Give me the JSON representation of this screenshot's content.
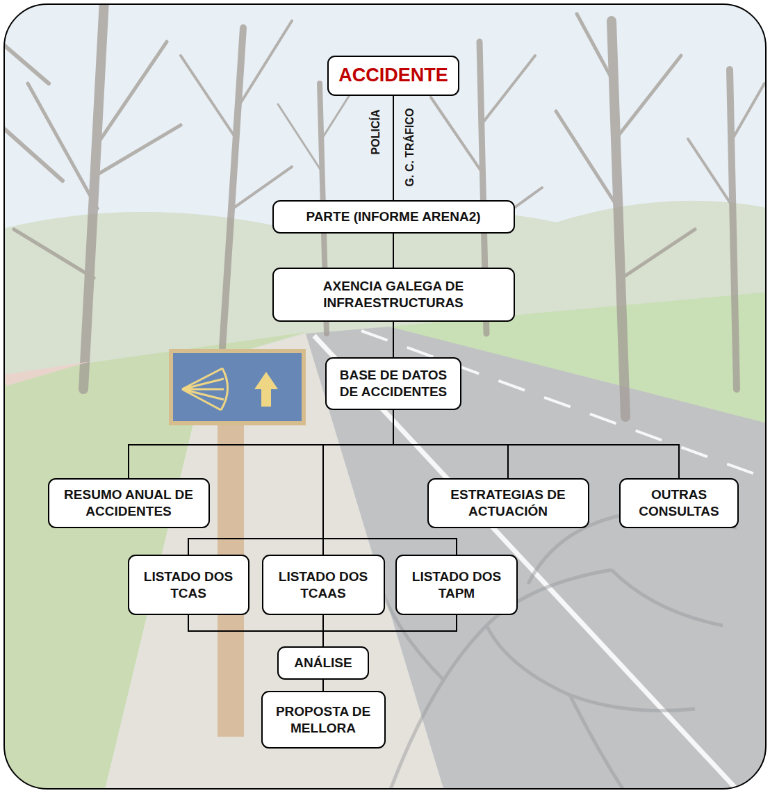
{
  "diagram": {
    "nodes": [
      {
        "text": [
          "ACCIDENTE"
        ]
      },
      {
        "text": [
          "PARTE (INFORME ARENA2)"
        ]
      },
      {
        "text": [
          "AXENCIA GALEGA DE INFRAESTRUCTURAS"
        ]
      },
      {
        "text": [
          "BASE DE DATOS DE ACCIDENTES"
        ]
      },
      {
        "text": [
          "RESUMO ANUAL DE ACCIDENTES"
        ]
      },
      {
        "text": [
          "ESTRATEGIAS DE ACTUACIÓN"
        ]
      },
      {
        "text": [
          "OUTRAS CONSULTAS"
        ]
      },
      {
        "text": [
          "LISTADO DOS TCAS"
        ]
      },
      {
        "text": [
          "LISTADO DOS TCAAS"
        ]
      },
      {
        "text": [
          "LISTADO DOS TAPM"
        ]
      },
      {
        "text": [
          "ANÁLISE"
        ]
      },
      {
        "text": [
          "PROPOSTA DE MELLORA"
        ]
      }
    ],
    "edges": [
      {
        "from": 0,
        "to": 1,
        "arrow": "none"
      },
      {
        "from": 1,
        "to": 2,
        "arrow": "none"
      },
      {
        "from": 2,
        "to": 3,
        "arrow": "none"
      },
      {
        "from": 3,
        "to": 4,
        "arrow": "none"
      },
      {
        "from": 3,
        "to": 5,
        "arrow": "none"
      },
      {
        "from": 3,
        "to": 6,
        "arrow": "none"
      },
      {
        "from": 3,
        "to": 7,
        "arrow": "none"
      },
      {
        "from": 3,
        "to": 8,
        "arrow": "none"
      },
      {
        "from": 3,
        "to": 9,
        "arrow": "none"
      },
      {
        "from": 7,
        "to": 10,
        "arrow": "none"
      },
      {
        "from": 8,
        "to": 10,
        "arrow": "none"
      },
      {
        "from": 9,
        "to": 10,
        "arrow": "none"
      },
      {
        "from": 10,
        "to": 11,
        "arrow": "none"
      }
    ],
    "labels": [
      "POLICÍA",
      "G. C. TRÁFICO"
    ]
  }
}
